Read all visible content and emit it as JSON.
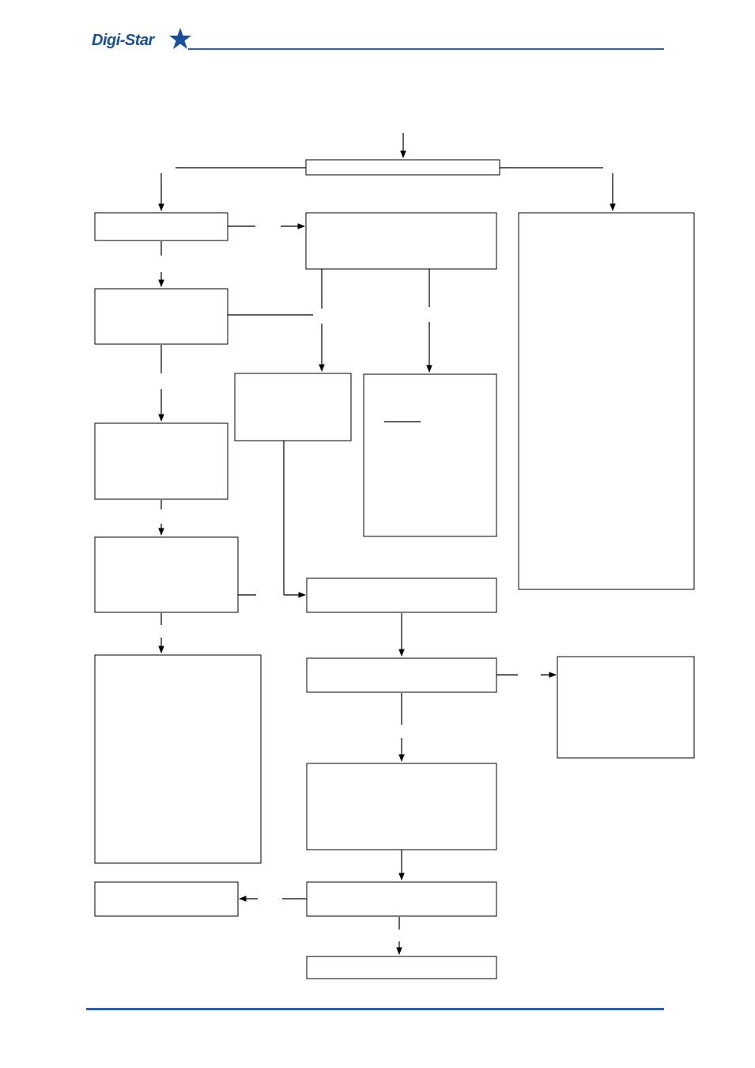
{
  "header": {
    "logo_text": "Digi-Star",
    "logo_icon": "star-icon",
    "brand_color": "#1a4f9c",
    "rule_color": "#2e5fa8"
  },
  "flowchart": {
    "boxes": [
      {
        "id": "top-bar",
        "label": ""
      },
      {
        "id": "left-1",
        "label": ""
      },
      {
        "id": "center-1",
        "label": ""
      },
      {
        "id": "right-tall",
        "label": ""
      },
      {
        "id": "left-2",
        "label": ""
      },
      {
        "id": "center-2a",
        "label": ""
      },
      {
        "id": "center-2b",
        "label": ""
      },
      {
        "id": "left-3",
        "label": ""
      },
      {
        "id": "left-4",
        "label": ""
      },
      {
        "id": "center-3",
        "label": ""
      },
      {
        "id": "left-5",
        "label": ""
      },
      {
        "id": "center-4",
        "label": ""
      },
      {
        "id": "right-small",
        "label": ""
      },
      {
        "id": "center-5",
        "label": ""
      },
      {
        "id": "left-6",
        "label": ""
      },
      {
        "id": "center-6",
        "label": ""
      },
      {
        "id": "center-7",
        "label": ""
      }
    ]
  }
}
